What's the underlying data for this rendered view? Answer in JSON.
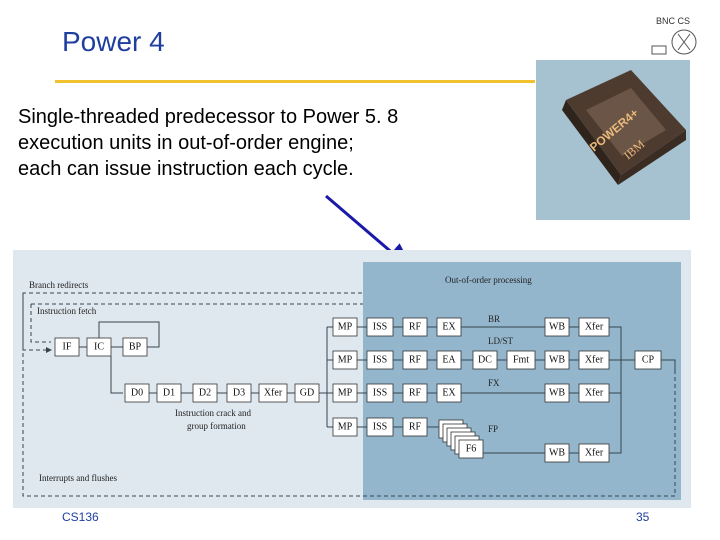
{
  "slide": {
    "title": "Power 4",
    "body_lines": [
      "Single-threaded predecessor to Power 5.  8",
      "execution units in out-of-order engine;",
      "each can issue instruction each cycle."
    ],
    "footer_left": "CS136",
    "page_number": "35"
  },
  "chip_photo": {
    "text_power": "POWER4+",
    "text_ibm": "IBM"
  },
  "logo": {
    "text": "BNC CS"
  },
  "diagram": {
    "branch_redirects": "Branch redirects",
    "instruction_fetch": "Instruction fetch",
    "out_of_order": "Out-of-order processing",
    "interrupts": "Interrupts and flushes",
    "crack_line1": "Instruction crack and",
    "crack_line2": "group formation",
    "front": {
      "IF": "IF",
      "IC": "IC",
      "BP": "BP"
    },
    "decode": [
      "D0",
      "D1",
      "D2",
      "D3",
      "Xfer",
      "GD"
    ],
    "pipe_labels": {
      "br": "BR",
      "ldst": "LD/ST",
      "fx": "FX",
      "fp": "FP"
    },
    "row1": [
      "MP",
      "ISS",
      "RF",
      "EX",
      "WB",
      "Xfer"
    ],
    "row2": [
      "MP",
      "ISS",
      "RF",
      "EA",
      "DC",
      "Fmt",
      "WB",
      "Xfer"
    ],
    "row3": [
      "MP",
      "ISS",
      "RF",
      "EX",
      "WB",
      "Xfer"
    ],
    "row4": [
      "MP",
      "ISS",
      "RF",
      "F6",
      "WB",
      "Xfer"
    ],
    "cp": "CP"
  },
  "colors": {
    "title": "#1f3f9f",
    "rule": "#f2c12e",
    "diagram_bg": "#dfe8ef",
    "ooo_bg": "#93b6cc",
    "arrow": "#1a1aa8"
  }
}
